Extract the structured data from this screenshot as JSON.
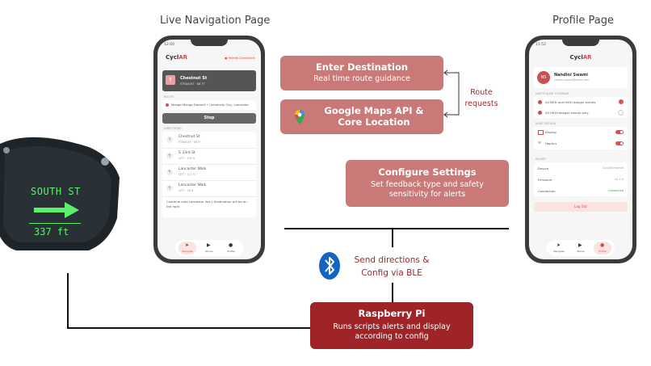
{
  "labels": {
    "live_nav_page": "Live Navigation Page",
    "profile_page": "Profile Page"
  },
  "glasses": {
    "street": "SOUTH ST",
    "distance": "337 ft"
  },
  "boxes": {
    "enter_destination": {
      "title": "Enter Destination",
      "subtitle": "Real time route guidance"
    },
    "maps_api": {
      "title_line1": "Google Maps API &",
      "title_line2": "Core Location"
    },
    "configure_settings": {
      "title": "Configure Settings",
      "subtitle_line1": "Set feedback type and safety",
      "subtitle_line2": "sensitivity for alerts"
    },
    "raspberry_pi": {
      "title": "Raspberry Pi",
      "subtitle_line1": "Runs scripts alerts and display",
      "subtitle_line2": "according to config"
    }
  },
  "annotations": {
    "route_requests_line1": "Route",
    "route_requests_line2": "requests",
    "send_directions_line1": "Send directions &",
    "send_directions_line2": "Config via BLE"
  },
  "nav_phone": {
    "time": "12:00",
    "app_name_a": "Cycl",
    "app_name_b": "AR",
    "status_badge": "● Helmet Connected",
    "current_street": "Chestnut St",
    "current_sub": "STRAIGHT · 88 FT",
    "route_label": "ROUTE",
    "route_text": "Mango Mango Dessert • University City, Lancaster",
    "stop_label": "Stop",
    "directions_label": "DIRECTIONS",
    "steps": [
      {
        "street": "Chestnut St",
        "sub": "STRAIGHT · 88 FT"
      },
      {
        "street": "S 33rd St",
        "sub": "LEFT · 394 ft"
      },
      {
        "street": "Lancaster Walk",
        "sub": "LEFT · 312 ft"
      },
      {
        "street": "Lancaster Walk",
        "sub": "LEFT · 36 ft"
      }
    ],
    "final_step": "Continue onto Lancaster Ave | Destination will be on the right",
    "tabs": [
      "Navigate",
      "Stores",
      "Profile"
    ]
  },
  "profile_phone": {
    "time": "11:52",
    "app_name_a": "Cycl",
    "app_name_b": "AR",
    "avatar_initials": "NS",
    "user_name": "Nandini Swami",
    "user_email": "nandini.swami@upenn.edu",
    "safety_section": "SAFETY ALERT COVERAGE",
    "option_1": "All MED and HIGH danger events",
    "option_2": "All HIGH danger events only",
    "alert_method_section": "ALERT METHOD",
    "display_label": "Display",
    "haptics_label": "Haptics",
    "helmet_section": "HELMET",
    "device_label": "Device",
    "device_value": "CyclAR Helmet",
    "firmware_label": "Firmware",
    "firmware_value": "v0.1.0",
    "connection_label": "Connection",
    "connection_value": "Connected",
    "logout_label": "Log Out",
    "tabs": [
      "Navigate",
      "Stores",
      "Profile"
    ]
  },
  "colors": {
    "box_light": "#c97a78",
    "box_dark": "#9e2428",
    "accent": "#c9504f",
    "annotation": "#9b2a2a"
  }
}
